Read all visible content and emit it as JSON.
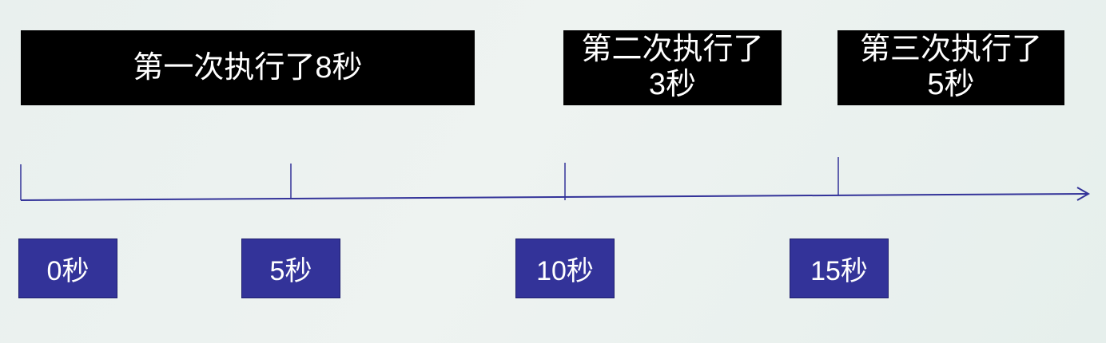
{
  "executions": [
    {
      "label": "第一次执行了8秒"
    },
    {
      "label_line1": "第二次执行了",
      "label_line2": "3秒"
    },
    {
      "label_line1": "第三次执行了",
      "label_line2": "5秒"
    }
  ],
  "time_labels": [
    "0秒",
    "5秒",
    "10秒",
    "15秒"
  ],
  "colors": {
    "execution_box": "#000000",
    "time_label_box": "#333399",
    "axis_line": "#333399",
    "text_light": "#ffffff"
  }
}
